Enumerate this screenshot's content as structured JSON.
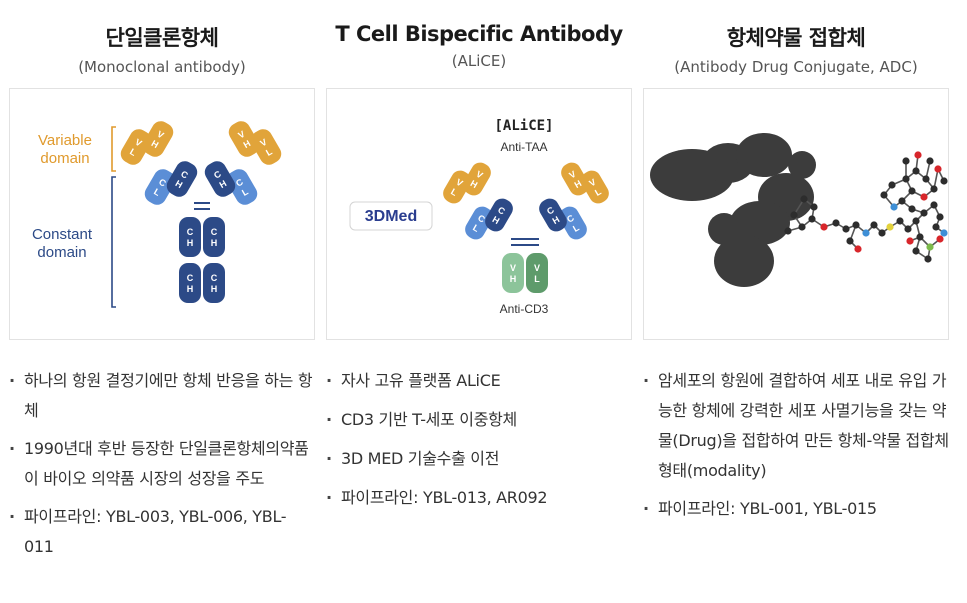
{
  "columns": [
    {
      "title": "단일클론항체",
      "subtitle": "(Monoclonal antibody)",
      "figure": {
        "variable_label_1": "Variable",
        "variable_label_2": "domain",
        "constant_label_1": "Constant",
        "constant_label_2": "domain",
        "letters": {
          "vh": "V",
          "vh2": "H",
          "vl": "V",
          "vl2": "L",
          "ch": "C",
          "ch2": "H",
          "cl": "C",
          "cl2": "L"
        },
        "colors": {
          "variable": "#e1a43a",
          "heavy": "#2c4a87",
          "light": "#5b8ed6",
          "label_orange": "#e09a2d",
          "label_navy": "#2c4a87"
        }
      },
      "bullets": [
        "하나의 항원 결정기에만 항체 반응을 하는 항체",
        "1990년대 후반 등장한 단일클론항체의약품이 바이오 의약품 시장의 성장을 주도",
        "파이프라인: YBL-003, YBL-006, YBL-011"
      ]
    },
    {
      "title": "T Cell Bispecific Antibody",
      "subtitle": "(ALiCE)",
      "figure": {
        "logo_text": "3DMed",
        "label_alice": "[ALiCE]",
        "label_anti_taa": "Anti-TAA",
        "label_anti_cd3": "Anti-CD3",
        "colors": {
          "green": "#5e9b6b",
          "green_light": "#8cc49a",
          "logo_blue": "#2a3d8f",
          "logo_red": "#d9362b"
        }
      },
      "bullets": [
        "자사 고유 플랫폼 ALiCE",
        "CD3 기반 T-세포 이중항체",
        "3D MED 기술수출 이전",
        "파이프라인: YBL-013, AR092"
      ]
    },
    {
      "title": "항체약물 접합체",
      "subtitle": "(Antibody Drug Conjugate, ADC)",
      "figure": {
        "colors": {
          "protein": "#3c3c3c",
          "atom_dark": "#2d2d2d",
          "atom_red": "#d8262b",
          "atom_blue": "#3e8fd6",
          "atom_yellow": "#e3d23c",
          "atom_green": "#7dbb4c"
        }
      },
      "bullets": [
        "암세포의 항원에 결합하여 세포 내로 유입 가능한 항체에 강력한 세포 사멸기능을 갖는 약물(Drug)을 접합하여 만든 항체-약물 접합체 형태(modality)",
        "파이프라인: YBL-001, YBL-015"
      ]
    }
  ]
}
